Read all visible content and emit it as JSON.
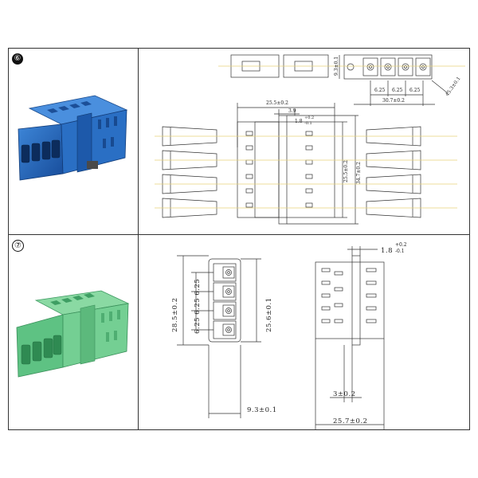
{
  "sections": [
    {
      "id": "6",
      "number_label": "⑥",
      "color": "#1f5fb4",
      "dims": {
        "height_top": "9.3±0.1",
        "pitch_1": "6.25",
        "pitch_2": "6.25",
        "pitch_3": "6.25",
        "width_top": "30.7±0.2",
        "angle": "45.3±0.1",
        "length": "25.5±0.2",
        "flange_width": "3.9",
        "flange_thickness": "1.8",
        "flange_tol_plus": "+0.2",
        "flange_tol_minus": "-0.1",
        "inner_height": "25.5±0.2",
        "outer_height": "34.7±0.2"
      }
    },
    {
      "id": "7",
      "number_label": "⑦",
      "color": "#6cc98a",
      "dims": {
        "overall_height": "28.5±0.2",
        "pitches": "6.25 6.25 6.25",
        "body_height": "25.6±0.1",
        "width": "9.3±0.1",
        "flange_thickness": "1.8",
        "flange_tol_plus": "+0.2",
        "flange_tol_minus": "-0.1",
        "flange_offset": "3±0.2",
        "length": "25.7±0.2"
      }
    }
  ]
}
